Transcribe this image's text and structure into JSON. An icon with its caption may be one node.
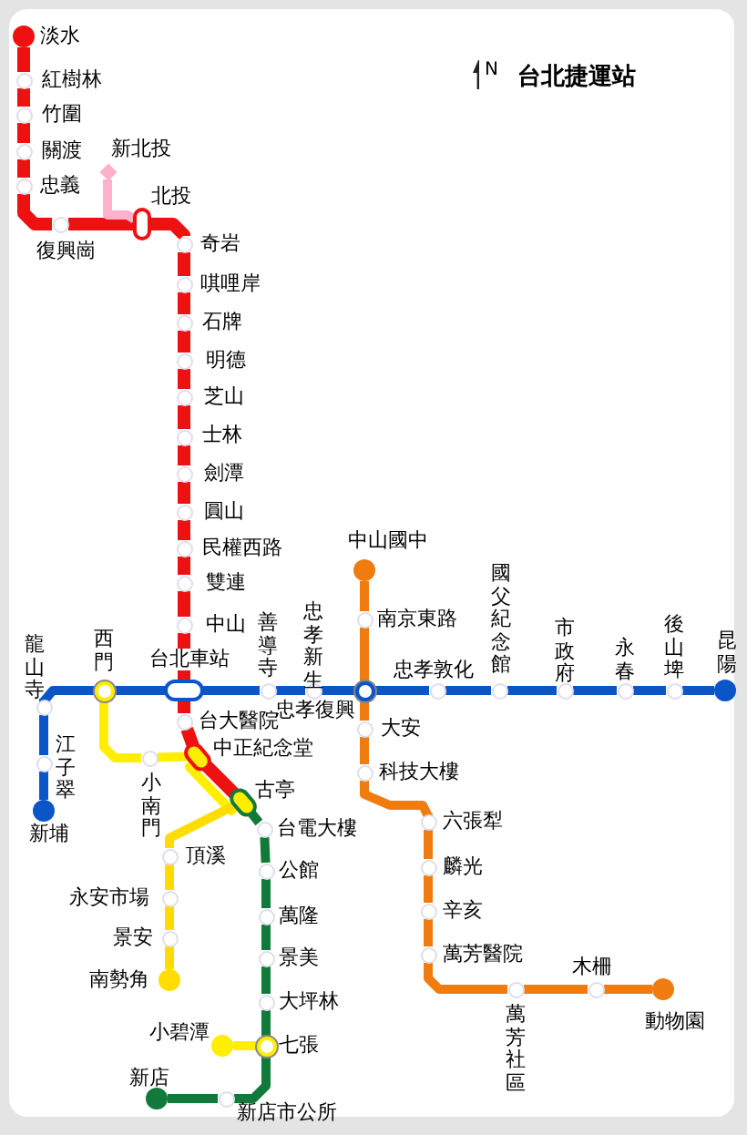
{
  "diagram": {
    "title": "台北捷運站",
    "nodes": [
      {
        "text": [
          "淡水"
        ]
      },
      {
        "text": [
          "紅樹林"
        ]
      },
      {
        "text": [
          "竹圍"
        ]
      },
      {
        "text": [
          "關渡"
        ]
      },
      {
        "text": [
          "忠義"
        ]
      },
      {
        "text": [
          "復興崗"
        ]
      },
      {
        "text": [
          "北投"
        ]
      },
      {
        "text": [
          "新北投"
        ]
      },
      {
        "text": [
          "奇岩"
        ]
      },
      {
        "text": [
          "唭哩岸"
        ]
      },
      {
        "text": [
          "石牌"
        ]
      },
      {
        "text": [
          "明德"
        ]
      },
      {
        "text": [
          "芝山"
        ]
      },
      {
        "text": [
          "士林"
        ]
      },
      {
        "text": [
          "劍潭"
        ]
      },
      {
        "text": [
          "圓山"
        ]
      },
      {
        "text": [
          "民權西路"
        ]
      },
      {
        "text": [
          "雙連"
        ]
      },
      {
        "text": [
          "中山"
        ]
      },
      {
        "text": [
          "台北車站"
        ]
      },
      {
        "text": [
          "台大醫院"
        ]
      },
      {
        "text": [
          "中正紀念堂"
        ]
      },
      {
        "text": [
          "古亭"
        ]
      },
      {
        "text": [
          "台電大樓"
        ]
      },
      {
        "text": [
          "公館"
        ]
      },
      {
        "text": [
          "萬隆"
        ]
      },
      {
        "text": [
          "景美"
        ]
      },
      {
        "text": [
          "大坪林"
        ]
      },
      {
        "text": [
          "七張"
        ]
      },
      {
        "text": [
          "新店市公所"
        ]
      },
      {
        "text": [
          "新店"
        ]
      },
      {
        "text": [
          "小碧潭"
        ]
      },
      {
        "text": [
          "西門"
        ]
      },
      {
        "text": [
          "小南門"
        ]
      },
      {
        "text": [
          "頂溪"
        ]
      },
      {
        "text": [
          "永安市場"
        ]
      },
      {
        "text": [
          "景安"
        ]
      },
      {
        "text": [
          "南勢角"
        ]
      },
      {
        "text": [
          "新埔"
        ]
      },
      {
        "text": [
          "江子翠"
        ]
      },
      {
        "text": [
          "龍山寺"
        ]
      },
      {
        "text": [
          "善導寺"
        ]
      },
      {
        "text": [
          "忠孝新生"
        ]
      },
      {
        "text": [
          "忠孝復興"
        ]
      },
      {
        "text": [
          "忠孝敦化"
        ]
      },
      {
        "text": [
          "國父紀念館"
        ]
      },
      {
        "text": [
          "市政府"
        ]
      },
      {
        "text": [
          "永春"
        ]
      },
      {
        "text": [
          "後山埤"
        ]
      },
      {
        "text": [
          "昆陽"
        ]
      },
      {
        "text": [
          "中山國中"
        ]
      },
      {
        "text": [
          "南京東路"
        ]
      },
      {
        "text": [
          "大安"
        ]
      },
      {
        "text": [
          "科技大樓"
        ]
      },
      {
        "text": [
          "六張犁"
        ]
      },
      {
        "text": [
          "麟光"
        ]
      },
      {
        "text": [
          "辛亥"
        ]
      },
      {
        "text": [
          "萬芳醫院"
        ]
      },
      {
        "text": [
          "萬芳社區"
        ]
      },
      {
        "text": [
          "木柵"
        ]
      },
      {
        "text": [
          "動物園"
        ]
      }
    ],
    "edges": [
      {
        "from": 0,
        "to": 1,
        "arrow": "none"
      },
      {
        "from": 1,
        "to": 2,
        "arrow": "none"
      },
      {
        "from": 2,
        "to": 3,
        "arrow": "none"
      },
      {
        "from": 3,
        "to": 4,
        "arrow": "none"
      },
      {
        "from": 4,
        "to": 5,
        "arrow": "none"
      },
      {
        "from": 5,
        "to": 6,
        "arrow": "none"
      },
      {
        "from": 6,
        "to": 8,
        "arrow": "none"
      },
      {
        "from": 8,
        "to": 9,
        "arrow": "none"
      },
      {
        "from": 9,
        "to": 10,
        "arrow": "none"
      },
      {
        "from": 10,
        "to": 11,
        "arrow": "none"
      },
      {
        "from": 11,
        "to": 12,
        "arrow": "none"
      },
      {
        "from": 12,
        "to": 13,
        "arrow": "none"
      },
      {
        "from": 13,
        "to": 14,
        "arrow": "none"
      },
      {
        "from": 14,
        "to": 15,
        "arrow": "none"
      },
      {
        "from": 15,
        "to": 16,
        "arrow": "none"
      },
      {
        "from": 16,
        "to": 17,
        "arrow": "none"
      },
      {
        "from": 17,
        "to": 18,
        "arrow": "none"
      },
      {
        "from": 18,
        "to": 19,
        "arrow": "none"
      },
      {
        "from": 19,
        "to": 20,
        "arrow": "none"
      },
      {
        "from": 20,
        "to": 21,
        "arrow": "none"
      },
      {
        "from": 21,
        "to": 22,
        "arrow": "none"
      },
      {
        "from": 7,
        "to": 6,
        "arrow": "none",
        "color": "#ffb0cc"
      },
      {
        "from": 22,
        "to": 23,
        "arrow": "none",
        "color": "#117a3a"
      },
      {
        "from": 23,
        "to": 24,
        "arrow": "none",
        "color": "#117a3a"
      },
      {
        "from": 24,
        "to": 25,
        "arrow": "none",
        "color": "#117a3a"
      },
      {
        "from": 25,
        "to": 26,
        "arrow": "none",
        "color": "#117a3a"
      },
      {
        "from": 26,
        "to": 27,
        "arrow": "none",
        "color": "#117a3a"
      },
      {
        "from": 27,
        "to": 28,
        "arrow": "none",
        "color": "#117a3a"
      },
      {
        "from": 28,
        "to": 29,
        "arrow": "none",
        "color": "#117a3a"
      },
      {
        "from": 29,
        "to": 30,
        "arrow": "none",
        "color": "#117a3a"
      },
      {
        "from": 28,
        "to": 31,
        "arrow": "none",
        "color": "#ffee00"
      },
      {
        "from": 32,
        "to": 33,
        "arrow": "none",
        "color": "#ffee00"
      },
      {
        "from": 33,
        "to": 21,
        "arrow": "none",
        "color": "#ffee00"
      },
      {
        "from": 21,
        "to": 22,
        "arrow": "none",
        "color": "#ffee00"
      },
      {
        "from": 22,
        "to": 34,
        "arrow": "none",
        "color": "#ffdd00"
      },
      {
        "from": 34,
        "to": 35,
        "arrow": "none",
        "color": "#ffdd00"
      },
      {
        "from": 35,
        "to": 36,
        "arrow": "none",
        "color": "#ffdd00"
      },
      {
        "from": 36,
        "to": 37,
        "arrow": "none",
        "color": "#ffdd00"
      },
      {
        "from": 38,
        "to": 39,
        "arrow": "none",
        "color": "#0a56c8"
      },
      {
        "from": 39,
        "to": 40,
        "arrow": "none",
        "color": "#0a56c8"
      },
      {
        "from": 40,
        "to": 32,
        "arrow": "none",
        "color": "#0a56c8"
      },
      {
        "from": 32,
        "to": 19,
        "arrow": "none",
        "color": "#0a56c8"
      },
      {
        "from": 19,
        "to": 41,
        "arrow": "none",
        "color": "#0a56c8"
      },
      {
        "from": 41,
        "to": 42,
        "arrow": "none",
        "color": "#0a56c8"
      },
      {
        "from": 42,
        "to": 43,
        "arrow": "none",
        "color": "#0a56c8"
      },
      {
        "from": 43,
        "to": 44,
        "arrow": "none",
        "color": "#0a56c8"
      },
      {
        "from": 44,
        "to": 45,
        "arrow": "none",
        "color": "#0a56c8"
      },
      {
        "from": 45,
        "to": 46,
        "arrow": "none",
        "color": "#0a56c8"
      },
      {
        "from": 46,
        "to": 47,
        "arrow": "none",
        "color": "#0a56c8"
      },
      {
        "from": 47,
        "to": 48,
        "arrow": "none",
        "color": "#0a56c8"
      },
      {
        "from": 48,
        "to": 49,
        "arrow": "none",
        "color": "#0a56c8"
      },
      {
        "from": 50,
        "to": 51,
        "arrow": "none",
        "color": "#f07c10"
      },
      {
        "from": 51,
        "to": 43,
        "arrow": "none",
        "color": "#f07c10"
      },
      {
        "from": 43,
        "to": 52,
        "arrow": "none",
        "color": "#f07c10"
      },
      {
        "from": 52,
        "to": 53,
        "arrow": "none",
        "color": "#f07c10"
      },
      {
        "from": 53,
        "to": 54,
        "arrow": "none",
        "color": "#f07c10"
      },
      {
        "from": 54,
        "to": 55,
        "arrow": "none",
        "color": "#f07c10"
      },
      {
        "from": 55,
        "to": 56,
        "arrow": "none",
        "color": "#f07c10"
      },
      {
        "from": 56,
        "to": 57,
        "arrow": "none",
        "color": "#f07c10"
      },
      {
        "from": 57,
        "to": 58,
        "arrow": "none",
        "color": "#f07c10"
      },
      {
        "from": 58,
        "to": 59,
        "arrow": "none",
        "color": "#f07c10"
      },
      {
        "from": 59,
        "to": 60,
        "arrow": "none",
        "color": "#f07c10"
      }
    ],
    "labels": [
      "N"
    ]
  }
}
